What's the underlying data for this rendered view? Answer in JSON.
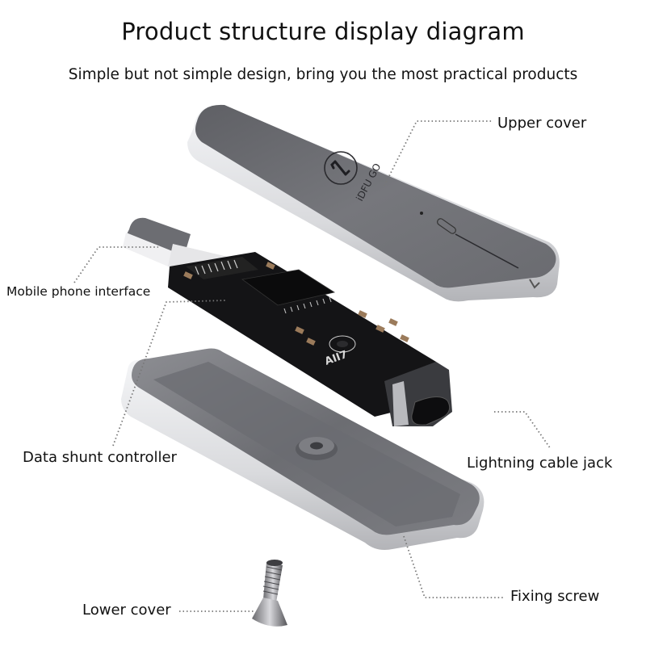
{
  "header": {
    "title": "Product structure display diagram",
    "subtitle": "Simple but not simple design, bring you the most practical products"
  },
  "product": {
    "brand_mark": "iDFU GO",
    "pcb_marking": "AII7"
  },
  "callouts": [
    {
      "id": "upper-cover",
      "label": "Upper cover"
    },
    {
      "id": "mobile-phone-interface",
      "label": "Mobile phone interface"
    },
    {
      "id": "data-shunt-controller",
      "label": "Data shunt controller"
    },
    {
      "id": "lightning-cable-jack",
      "label": "Lightning cable jack"
    },
    {
      "id": "fixing-screw",
      "label": "Fixing screw"
    },
    {
      "id": "lower-cover",
      "label": "Lower cover"
    }
  ],
  "colors": {
    "cover_top": "#6f7075",
    "cover_edge": "#e4e5e8",
    "pcb": "#141416",
    "leader_line": "#777777"
  }
}
